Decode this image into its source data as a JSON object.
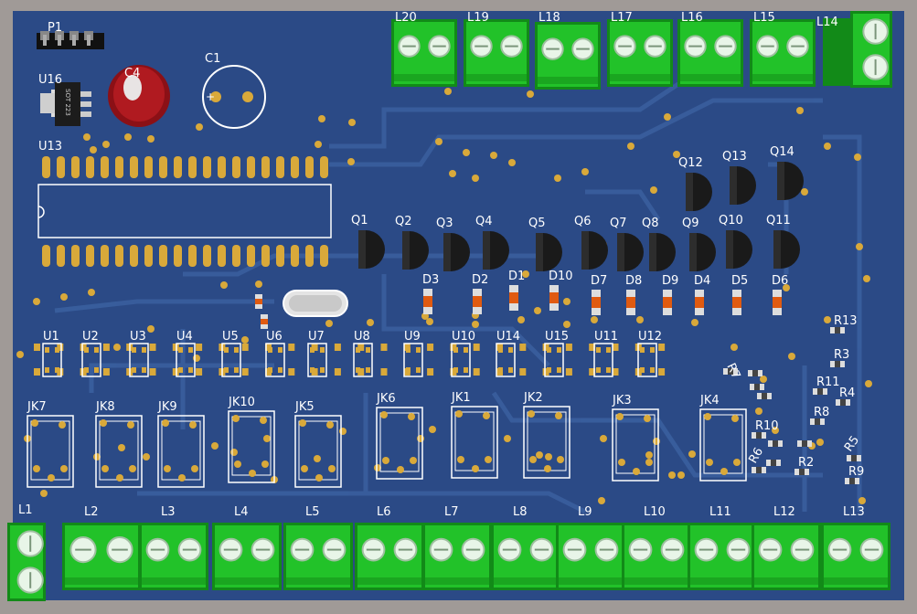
{
  "board": {
    "colors": {
      "background": "#a09a97",
      "substrate": "#2b4a86",
      "trace": "#3a5f9e",
      "silk": "#ffffff",
      "pad": "#d9a93a",
      "terminal": "#22c229",
      "terminal_dark": "#128a18",
      "transistor": "#1a1a1a",
      "capacitor": "#a3141a"
    },
    "header": "P1",
    "regulator": {
      "ref": "U16",
      "marking": "SOT 223"
    },
    "capacitors": [
      {
        "ref": "C4",
        "kind": "electrolytic"
      },
      {
        "ref": "C1",
        "kind": "outline"
      }
    ],
    "mcu": "U13",
    "terminals_top": [
      "L20",
      "L19",
      "L18",
      "L17",
      "L16",
      "L15",
      "L14"
    ],
    "transistors_top": [
      "Q12",
      "Q13",
      "Q14"
    ],
    "transistors": [
      "Q1",
      "Q2",
      "Q3",
      "Q4",
      "Q5",
      "Q6",
      "Q7",
      "Q8",
      "Q9",
      "Q10",
      "Q11"
    ],
    "diodes": [
      "D3",
      "D2",
      "D1",
      "D10",
      "D7",
      "D8",
      "D9",
      "D4",
      "D5",
      "D6"
    ],
    "chips": [
      "U1",
      "U2",
      "U3",
      "U4",
      "U5",
      "U6",
      "U7",
      "U8",
      "U9",
      "U10",
      "U14",
      "U15",
      "U11",
      "U12"
    ],
    "jacks": [
      "JK7",
      "JK8",
      "JK9",
      "JK10",
      "JK5",
      "JK6",
      "JK1",
      "JK2",
      "JK3",
      "JK4"
    ],
    "resistors": [
      "R13",
      "R3",
      "R11",
      "R4",
      "R8",
      "R10",
      "R5",
      "R6",
      "R2",
      "R9",
      "R7"
    ],
    "terminals_bottom": [
      "L1",
      "L2",
      "L3",
      "L4",
      "L5",
      "L6",
      "L7",
      "L8",
      "L9",
      "L10",
      "L11",
      "L12",
      "L13"
    ]
  }
}
